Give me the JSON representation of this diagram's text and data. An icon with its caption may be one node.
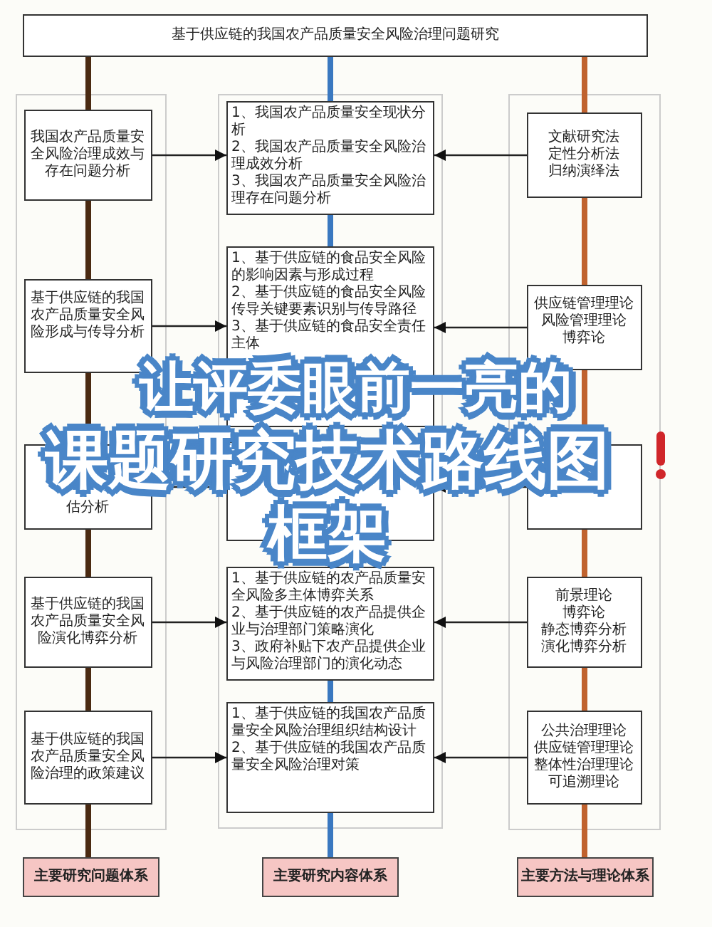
{
  "diagram": {
    "nodes": [
      {
        "text": [
          "基于供应链的我国农产品质量安全风险治理问题研究"
        ]
      },
      {
        "text": [],
        "shape": "box"
      },
      {
        "text": [
          "我国农产品质量安全风险治理成效与存在问题分析"
        ],
        "in": 1
      },
      {
        "text": [
          "基于供应链的我国农产品质量安全风险形成与传导分析"
        ],
        "in": 1
      },
      {
        "text": [
          "估分析"
        ],
        "in": 1
      },
      {
        "text": [
          "基于供应链的我国农产品质量安全风险演化博弈分析"
        ],
        "in": 1
      },
      {
        "text": [
          "基于供应链的我国农产品质量安全风险治理的政策建议"
        ],
        "in": 1
      },
      {
        "text": [],
        "shape": "box"
      },
      {
        "text": [
          "1、我国农产品质量安全现状分析",
          "2、我国农产品质量安全风险治理成效分析",
          "3、我国农产品质量安全风险治理存在问题分析"
        ],
        "in": 7
      },
      {
        "text": [
          "1、基于供应链的食品安全风险的影响因素与形成过程",
          "2、基于供应链的食品安全风险传导关键要素识别与传导路径",
          "3、基于供应链的食品安全责任主体"
        ],
        "in": 7
      },
      {
        "text": [],
        "shape": "box",
        "in": 7
      },
      {
        "text": [
          "1、基于供应链的农产品质量安全风险多主体博弈关系",
          "2、基于供应链的农产品提供企业与治理部门策略演化",
          "3、政府补贴下农产品提供企业与风险治理部门的演化动态"
        ],
        "in": 7
      },
      {
        "text": [
          "1、基于供应链的我国农产品质量安全风险治理组织结构设计",
          "2、基于供应链的我国农产品质量安全风险治理对策"
        ],
        "in": 7
      },
      {
        "text": [],
        "shape": "box"
      },
      {
        "text": [
          "文献研究法",
          "定性分析法",
          "归纳演绎法"
        ],
        "in": 13
      },
      {
        "text": [
          "供应链管理理论",
          "风险管理理论",
          "博弈论"
        ],
        "in": 13
      },
      {
        "text": [],
        "shape": "box",
        "in": 13
      },
      {
        "text": [
          "前景理论",
          "博弈论",
          "静态博弈分析",
          "演化博弈分析"
        ],
        "in": 13
      },
      {
        "text": [
          "公共治理理论",
          "供应链管理理论",
          "整体性治理理论",
          "可追溯理论"
        ],
        "in": 13
      },
      {
        "text": [
          "主要研究问题体系"
        ]
      },
      {
        "text": [
          "主要研究内容体系"
        ]
      },
      {
        "text": [
          "主要方法与理论体系"
        ]
      }
    ],
    "edges": [
      {
        "from": 0,
        "to": 2,
        "arrow": "none",
        "color": "#4a2a12"
      },
      {
        "from": 2,
        "to": 3,
        "arrow": "none",
        "color": "#4a2a12"
      },
      {
        "from": 3,
        "to": 4,
        "arrow": "none",
        "color": "#4a2a12"
      },
      {
        "from": 4,
        "to": 5,
        "arrow": "none",
        "color": "#4a2a12"
      },
      {
        "from": 5,
        "to": 6,
        "arrow": "none",
        "color": "#4a2a12"
      },
      {
        "from": 6,
        "to": 19,
        "arrow": "none",
        "color": "#4a2a12"
      },
      {
        "from": 0,
        "to": 8,
        "arrow": "none",
        "color": "#3a78c0"
      },
      {
        "from": 8,
        "to": 9,
        "arrow": "none",
        "color": "#3a78c0"
      },
      {
        "from": 9,
        "to": 10,
        "arrow": "none",
        "color": "#3a78c0"
      },
      {
        "from": 10,
        "to": 11,
        "arrow": "none",
        "color": "#3a78c0"
      },
      {
        "from": 11,
        "to": 12,
        "arrow": "none",
        "color": "#3a78c0"
      },
      {
        "from": 12,
        "to": 20,
        "arrow": "none",
        "color": "#3a78c0"
      },
      {
        "from": 0,
        "to": 14,
        "arrow": "none",
        "color": "#c0622e"
      },
      {
        "from": 14,
        "to": 15,
        "arrow": "none",
        "color": "#c0622e"
      },
      {
        "from": 15,
        "to": 16,
        "arrow": "none",
        "color": "#c0622e"
      },
      {
        "from": 16,
        "to": 17,
        "arrow": "none",
        "color": "#c0622e"
      },
      {
        "from": 17,
        "to": 18,
        "arrow": "none",
        "color": "#c0622e"
      },
      {
        "from": 18,
        "to": 21,
        "arrow": "none",
        "color": "#c0622e"
      },
      {
        "from": 2,
        "to": 8,
        "arrow": "to"
      },
      {
        "from": 3,
        "to": 9,
        "arrow": "to"
      },
      {
        "from": 4,
        "to": 10,
        "arrow": "to"
      },
      {
        "from": 5,
        "to": 11,
        "arrow": "to"
      },
      {
        "from": 6,
        "to": 12,
        "arrow": "to"
      },
      {
        "from": 14,
        "to": 8,
        "arrow": "to"
      },
      {
        "from": 15,
        "to": 9,
        "arrow": "to"
      },
      {
        "from": 16,
        "to": 10,
        "arrow": "to"
      },
      {
        "from": 17,
        "to": 11,
        "arrow": "to"
      },
      {
        "from": 18,
        "to": 12,
        "arrow": "to"
      }
    ],
    "labels": [
      "让评委眼前一亮的",
      "课题研究技术路线图",
      "框架"
    ]
  }
}
